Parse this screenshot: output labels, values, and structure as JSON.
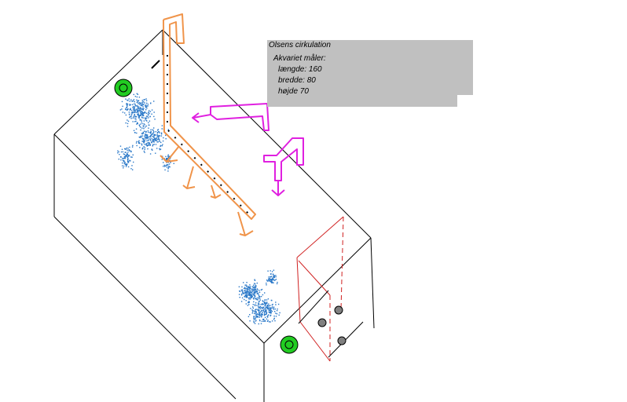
{
  "info_box": {
    "title": "Olsens cirkulation",
    "heading": "Akvariet måler:",
    "length": "længde: 160",
    "width": "bredde: 80",
    "height": "højde 70"
  },
  "colors": {
    "outline": "#000000",
    "pipe_orange": "#f0944a",
    "pump_magenta": "#e020e0",
    "filter_red": "#d02020",
    "bubbles_blue": "#2a78c8",
    "airstone_green": "#22cc22",
    "filter_holes": "#808080",
    "info_box_bg": "#c0c0c0"
  }
}
